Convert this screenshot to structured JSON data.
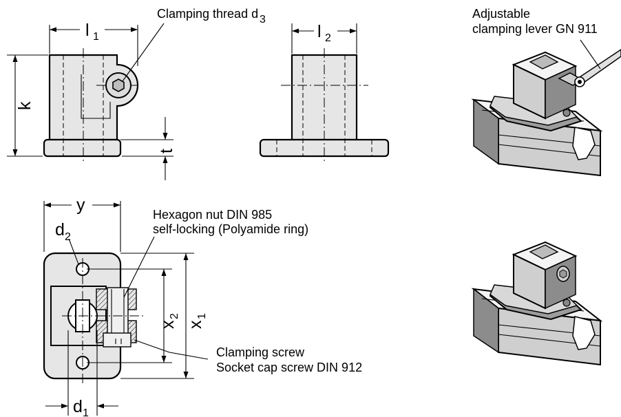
{
  "labels": {
    "clamping_thread": "Clamping thread d",
    "clamping_thread_sub": "3",
    "lever_line1": "Adjustable",
    "lever_line2": "clamping lever  GN 911",
    "nut_line1": "Hexagon nut  DIN 985",
    "nut_line2": "self-locking (Polyamide ring)",
    "screw_line1": "Clamping screw",
    "screw_line2": "Socket cap screw DIN 912"
  },
  "dimensions": {
    "l1": {
      "main": "l",
      "sub": "1"
    },
    "l2": {
      "main": "l",
      "sub": "2"
    },
    "k": {
      "main": "k"
    },
    "t": {
      "main": "t"
    },
    "y": {
      "main": "y"
    },
    "d2": {
      "main": "d",
      "sub": "2"
    },
    "d1": {
      "main": "d",
      "sub": "1"
    },
    "x2": {
      "main": "x",
      "sub": "2"
    },
    "x1": {
      "main": "x",
      "sub": "1"
    }
  },
  "icons": {
    "arrowhead": "filled-arrowhead",
    "hex_socket": "hexagon-socket-icon"
  },
  "colors": {
    "part_fill": "#e6e6e6",
    "line": "#000000",
    "background": "#ffffff"
  }
}
